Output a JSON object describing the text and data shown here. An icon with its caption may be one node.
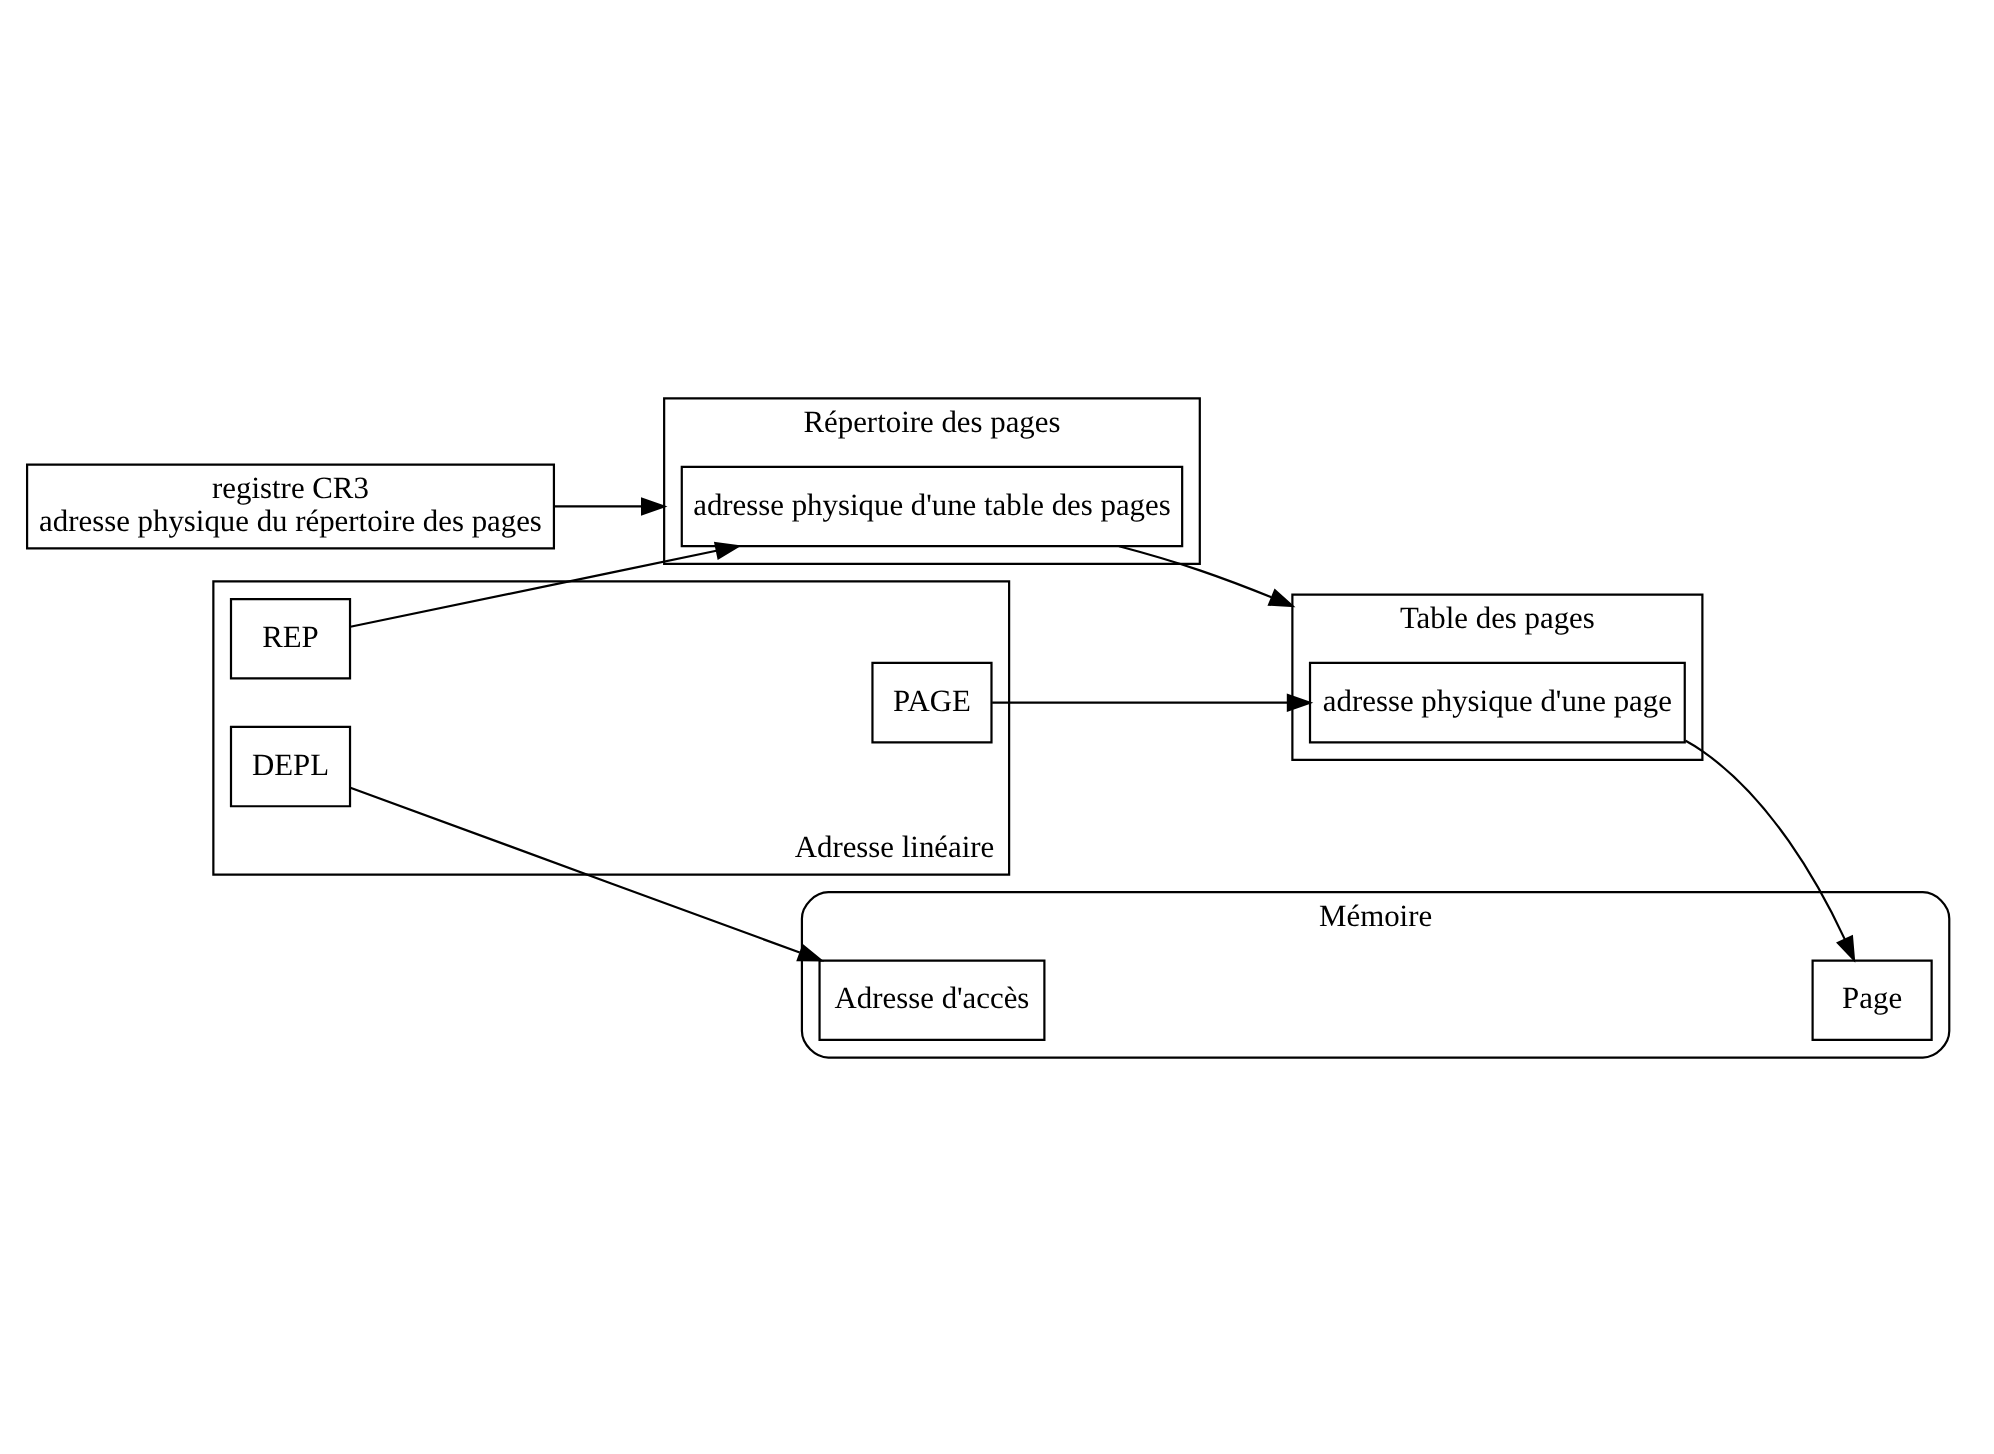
{
  "diagram": {
    "nodes": [
      {
        "text": [
          "registre CR3",
          "adresse physique du répertoire des pages"
        ]
      },
      {
        "text": [
          "Répertoire des pages"
        ]
      },
      {
        "text": [
          "adresse physique d'une table des pages"
        ],
        "in": 1
      },
      {
        "text": [
          "Table des pages"
        ]
      },
      {
        "text": [
          "adresse physique d'une page"
        ],
        "in": 3
      },
      {
        "text": [
          "Mémoire"
        ]
      },
      {
        "text": [
          "Page"
        ],
        "in": 5
      },
      {
        "text": [
          "Adresse d'accès"
        ],
        "in": 5
      },
      {
        "text": [
          "Adresse linéaire"
        ]
      },
      {
        "text": [
          "REP"
        ],
        "in": 8
      },
      {
        "text": [
          "PAGE"
        ],
        "in": 8
      },
      {
        "text": [
          "DEPL"
        ],
        "in": 8
      }
    ],
    "edges": [
      {
        "from": 0,
        "to": 1,
        "arrow": "to"
      },
      {
        "from": 2,
        "to": 3,
        "arrow": "to"
      },
      {
        "from": 4,
        "to": 6,
        "arrow": "to"
      },
      {
        "from": 9,
        "to": 2,
        "arrow": "to"
      },
      {
        "from": 10,
        "to": 4,
        "arrow": "to"
      },
      {
        "from": 11,
        "to": 7,
        "arrow": "to"
      }
    ]
  }
}
